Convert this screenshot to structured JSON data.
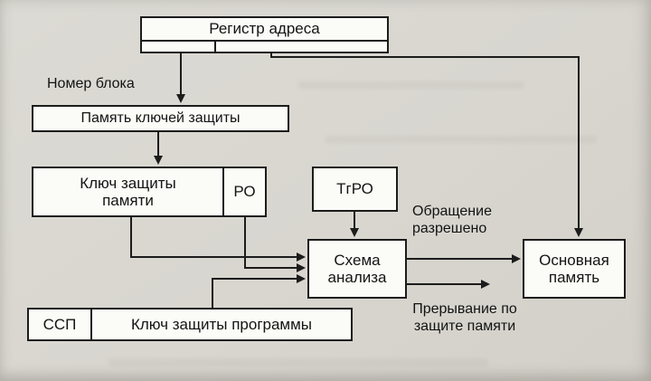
{
  "colors": {
    "background": "#d8d6cf",
    "box_background": "#fbfbf7",
    "box_border": "#1c1c1c",
    "line": "#1c1c1c",
    "text": "#141414"
  },
  "nodes": {
    "address_register": "Регистр адреса",
    "protection_keys_memory": "Память ключей защиты",
    "memory_protection_key": "Ключ защиты памяти",
    "ro": "РО",
    "tgro": "ТгРО",
    "analysis_scheme": "Схема анализа",
    "main_memory": "Основная память",
    "ssp": "ССП",
    "program_protection_key": "Ключ защиты программы"
  },
  "labels": {
    "block_number": "Номер блока",
    "access_allowed": "Обращение разрешено",
    "memory_interrupt": "Прерывание по защите памяти"
  }
}
